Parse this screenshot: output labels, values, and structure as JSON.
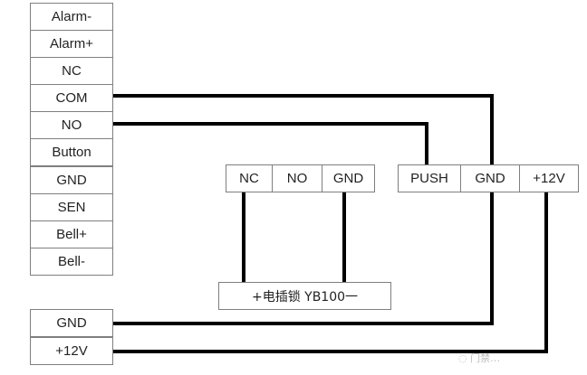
{
  "controller_terminals": [
    "Alarm-",
    "Alarm+",
    "NC",
    "COM",
    "NO",
    "Button",
    "GND",
    "SEN",
    "Bell+",
    "Bell-"
  ],
  "power_terminals": [
    "GND",
    "+12V"
  ],
  "lock_terminals": [
    "NC",
    "NO",
    "GND"
  ],
  "button_terminals": [
    "PUSH",
    "GND",
    "+12V"
  ],
  "lock_label": "+电插锁 YB100一",
  "watermark": "◌ 门禁…"
}
